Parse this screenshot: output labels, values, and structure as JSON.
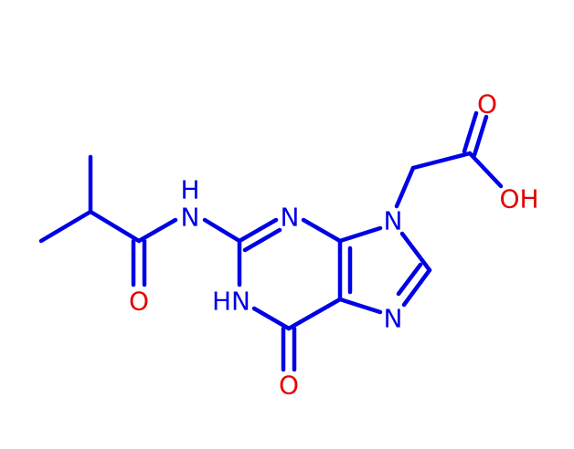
{
  "molecule": {
    "atoms": {
      "carbonyl_o_left": "O",
      "amide_n": "N",
      "amide_h": "H",
      "ring_n3": "N",
      "ring_n1": "HN",
      "ring_o6": "O",
      "ring_n9": "N",
      "ring_n7": "N",
      "acid_o": "O",
      "acid_oh": "OH"
    },
    "colors": {
      "carbon_nitrogen": "#0000e6",
      "oxygen": "#e60000",
      "background": "#ffffff"
    }
  }
}
